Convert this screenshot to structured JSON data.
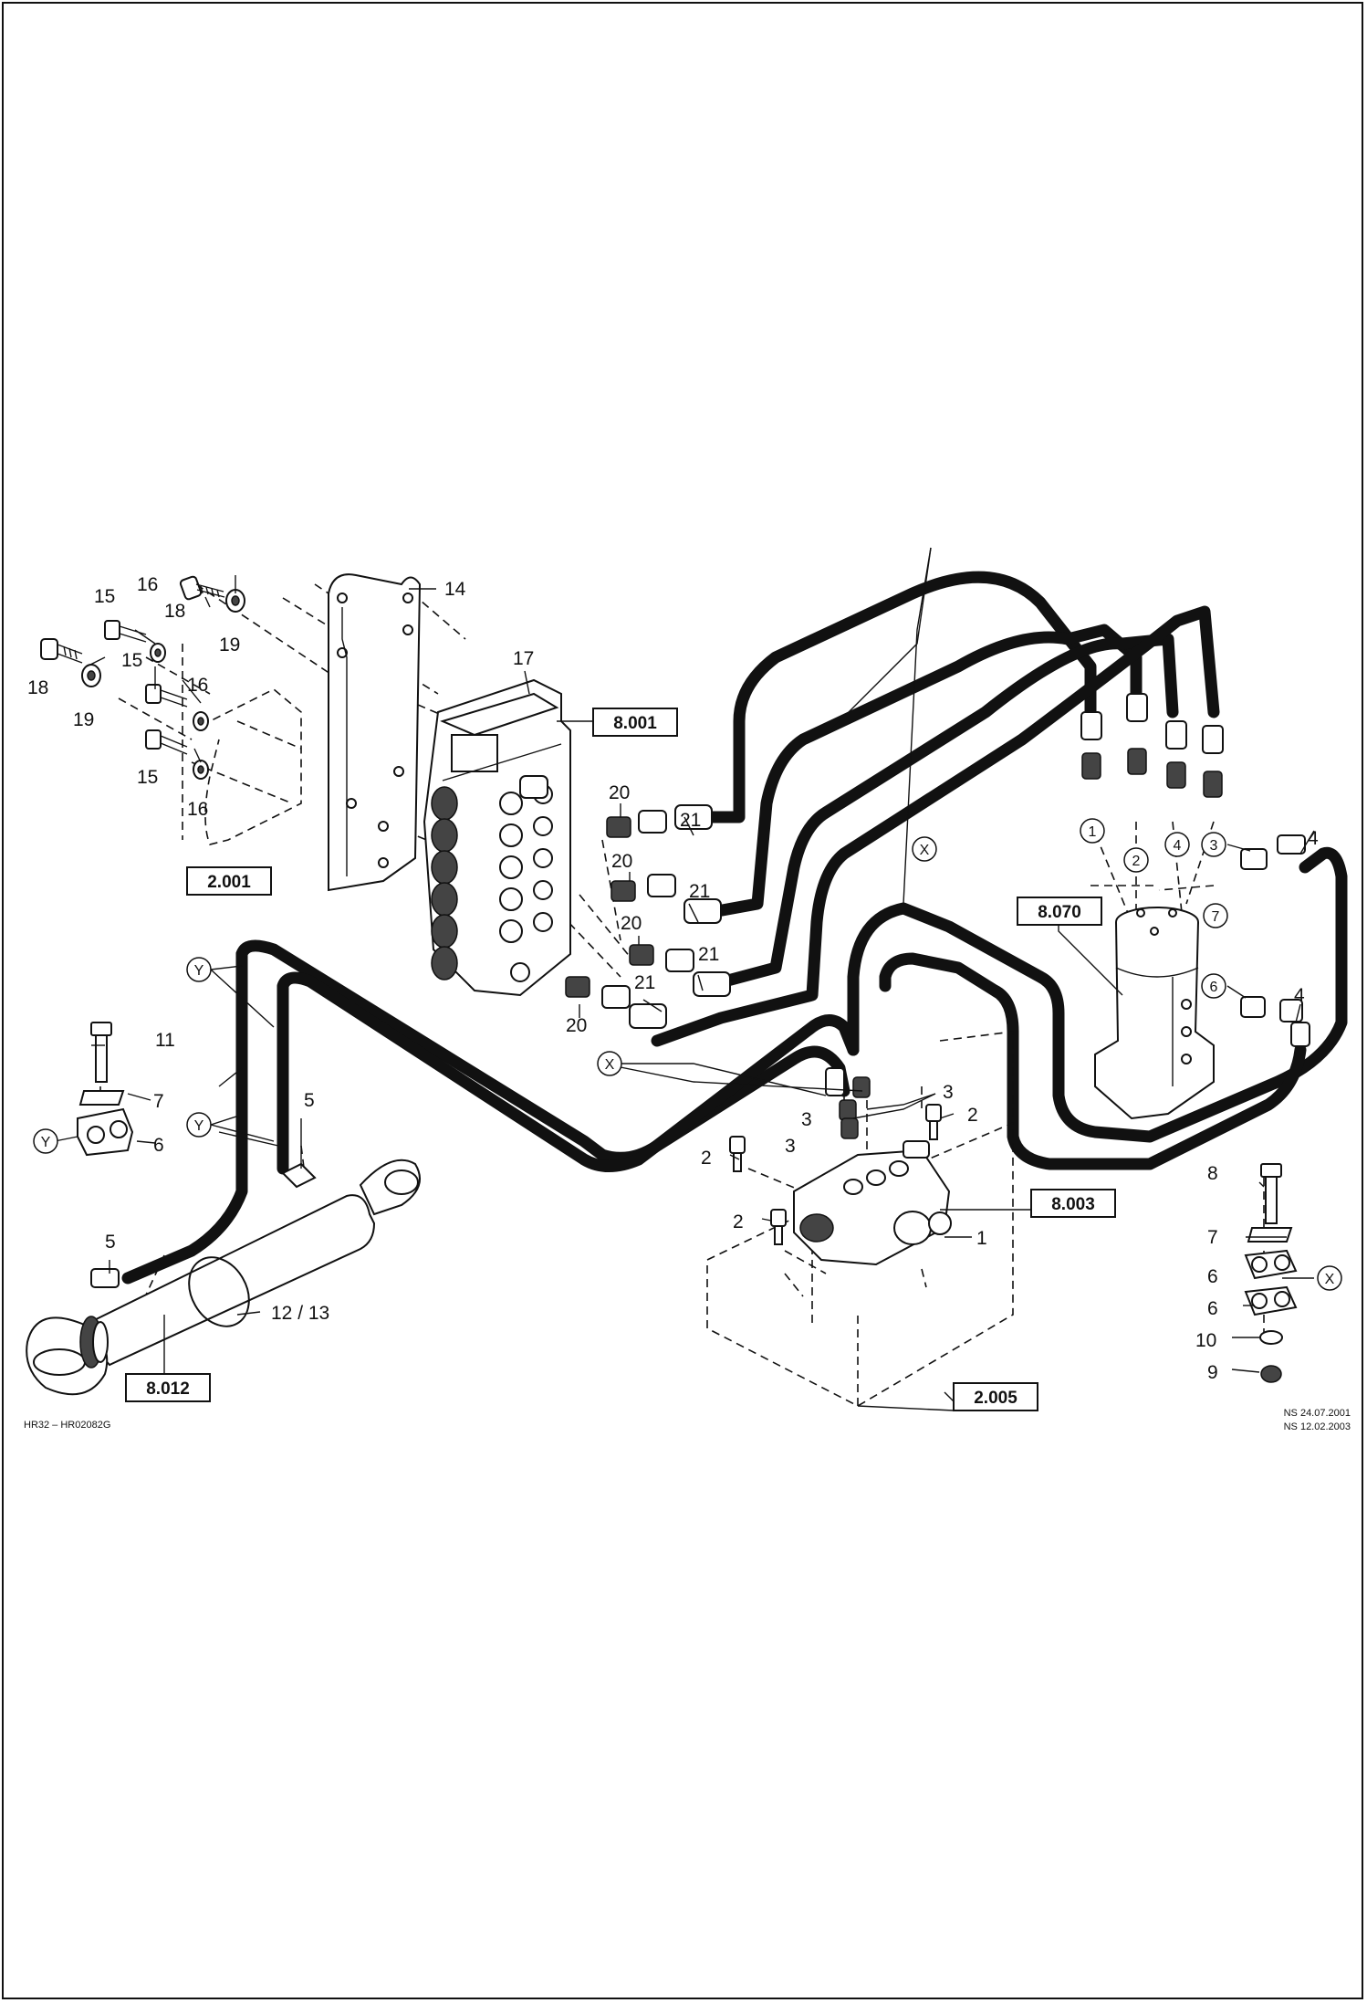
{
  "callouts": {
    "c1": "1",
    "c2a": "2",
    "c2b": "2",
    "c2c": "2",
    "c3a": "3",
    "c3b": "3",
    "c3c": "3",
    "c4a": "4",
    "c4b": "4",
    "c5a": "5",
    "c5b": "5",
    "c6a": "6",
    "c6b": "6",
    "c6c": "6",
    "c7a": "7",
    "c7b": "7",
    "c8": "8",
    "c9": "9",
    "c10": "10",
    "c11": "11",
    "c1213": "12 / 13",
    "c14": "14",
    "c15a": "15",
    "c15b": "15",
    "c15c": "15",
    "c16a": "16",
    "c16b": "16",
    "c16c": "16",
    "c17": "17",
    "c18a": "18",
    "c18b": "18",
    "c19a": "19",
    "c19b": "19",
    "c20a": "20",
    "c20b": "20",
    "c20c": "20",
    "c20d": "20",
    "c21a": "21",
    "c21b": "21",
    "c21c": "21",
    "c21d": "21"
  },
  "circled": {
    "port1": "1",
    "port2": "2",
    "port4": "4",
    "port3": "3",
    "ref7": "7",
    "ref6": "6",
    "xTop": "X",
    "xMid": "X",
    "xRight": "X",
    "yTop": "Y",
    "yClamp": "Y",
    "yMid": "Y"
  },
  "references": {
    "r8001": "8.001",
    "r2001": "2.001",
    "r8070": "8.070",
    "r8003": "8.003",
    "r8012": "8.012",
    "r2005": "2.005"
  },
  "footer": {
    "left": "HR32  –  HR02082G",
    "date1": "NS 24.07.2001",
    "date2": "NS  12.02.2003"
  }
}
